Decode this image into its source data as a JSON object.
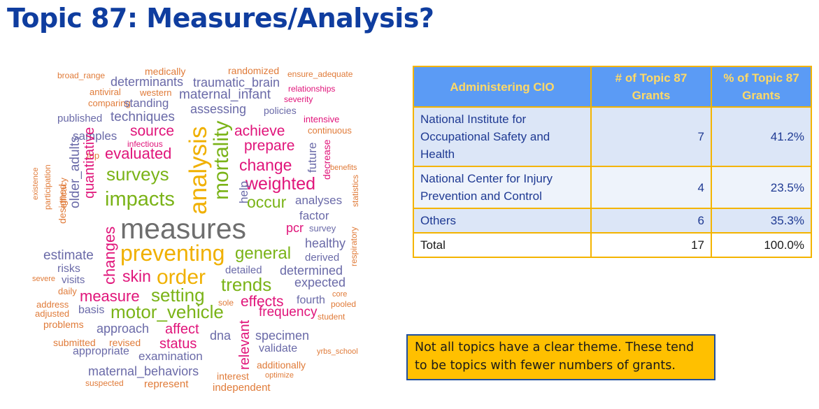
{
  "title": "Topic 87: Measures/Analysis?",
  "colors": {
    "title": "#0f3d9f",
    "table_header_bg": "#5b9bf5",
    "table_header_text": "#ffd966",
    "table_border": "#f4b400",
    "note_bg": "#ffc000",
    "note_border": "#1f4e9e"
  },
  "word_cloud": {
    "words": [
      {
        "text": "broad_range",
        "color": "#e07b39"
      },
      {
        "text": "medically",
        "color": "#e07b39"
      },
      {
        "text": "randomized",
        "color": "#e07b39"
      },
      {
        "text": "ensure_adequate",
        "color": "#e07b39"
      },
      {
        "text": "determinants",
        "color": "#6a6aa8"
      },
      {
        "text": "traumatic_brain",
        "color": "#6a6aa8"
      },
      {
        "text": "antiviral",
        "color": "#e07b39"
      },
      {
        "text": "western",
        "color": "#e07b39"
      },
      {
        "text": "maternal_infant",
        "color": "#6a6aa8"
      },
      {
        "text": "relationships",
        "color": "#e0147a"
      },
      {
        "text": "comparing",
        "color": "#e07b39"
      },
      {
        "text": "standing",
        "color": "#6a6aa8"
      },
      {
        "text": "severity",
        "color": "#e0147a"
      },
      {
        "text": "assessing",
        "color": "#6a6aa8"
      },
      {
        "text": "policies",
        "color": "#6a6aa8"
      },
      {
        "text": "published",
        "color": "#6a6aa8"
      },
      {
        "text": "techniques",
        "color": "#6a6aa8"
      },
      {
        "text": "intensive",
        "color": "#e0147a"
      },
      {
        "text": "source",
        "color": "#e0147a"
      },
      {
        "text": "achieve",
        "color": "#e0147a"
      },
      {
        "text": "continuous",
        "color": "#e07b39"
      },
      {
        "text": "samples",
        "color": "#6a6aa8"
      },
      {
        "text": "infectious",
        "color": "#e0147a"
      },
      {
        "text": "prepare",
        "color": "#e0147a"
      },
      {
        "text": "top",
        "color": "#e07b39"
      },
      {
        "text": "evaluated",
        "color": "#e0147a"
      },
      {
        "text": "change",
        "color": "#e0147a"
      },
      {
        "text": "benefits",
        "color": "#e07b39"
      },
      {
        "text": "surveys",
        "color": "#7ab317"
      },
      {
        "text": "weighted",
        "color": "#e0147a"
      },
      {
        "text": "impacts",
        "color": "#7ab317"
      },
      {
        "text": "occur",
        "color": "#7ab317"
      },
      {
        "text": "analyses",
        "color": "#6a6aa8"
      },
      {
        "text": "factor",
        "color": "#6a6aa8"
      },
      {
        "text": "measures",
        "color": "#6e6e6e"
      },
      {
        "text": "pcr",
        "color": "#e0147a"
      },
      {
        "text": "survey",
        "color": "#6a6aa8"
      },
      {
        "text": "healthy",
        "color": "#6a6aa8"
      },
      {
        "text": "estimate",
        "color": "#6a6aa8"
      },
      {
        "text": "preventing",
        "color": "#f0b000"
      },
      {
        "text": "general",
        "color": "#7ab317"
      },
      {
        "text": "derived",
        "color": "#6a6aa8"
      },
      {
        "text": "risks",
        "color": "#6a6aa8"
      },
      {
        "text": "skin",
        "color": "#e0147a"
      },
      {
        "text": "order",
        "color": "#f0b000"
      },
      {
        "text": "detailed",
        "color": "#6a6aa8"
      },
      {
        "text": "determined",
        "color": "#6a6aa8"
      },
      {
        "text": "severe",
        "color": "#e07b39"
      },
      {
        "text": "visits",
        "color": "#6a6aa8"
      },
      {
        "text": "trends",
        "color": "#7ab317"
      },
      {
        "text": "expected",
        "color": "#6a6aa8"
      },
      {
        "text": "daily",
        "color": "#e07b39"
      },
      {
        "text": "measure",
        "color": "#e0147a"
      },
      {
        "text": "setting",
        "color": "#7ab317"
      },
      {
        "text": "core",
        "color": "#e07b39"
      },
      {
        "text": "address",
        "color": "#e07b39"
      },
      {
        "text": "effects",
        "color": "#e0147a"
      },
      {
        "text": "fourth",
        "color": "#6a6aa8"
      },
      {
        "text": "pooled",
        "color": "#e07b39"
      },
      {
        "text": "adjusted",
        "color": "#e07b39"
      },
      {
        "text": "basis",
        "color": "#6a6aa8"
      },
      {
        "text": "motor_vehicle",
        "color": "#7ab317"
      },
      {
        "text": "sole",
        "color": "#e07b39"
      },
      {
        "text": "frequency",
        "color": "#e0147a"
      },
      {
        "text": "student",
        "color": "#e07b39"
      },
      {
        "text": "problems",
        "color": "#e07b39"
      },
      {
        "text": "approach",
        "color": "#6a6aa8"
      },
      {
        "text": "affect",
        "color": "#e0147a"
      },
      {
        "text": "dna",
        "color": "#6a6aa8"
      },
      {
        "text": "specimen",
        "color": "#6a6aa8"
      },
      {
        "text": "submitted",
        "color": "#e07b39"
      },
      {
        "text": "revised",
        "color": "#e07b39"
      },
      {
        "text": "status",
        "color": "#e0147a"
      },
      {
        "text": "validate",
        "color": "#6a6aa8"
      },
      {
        "text": "appropriate",
        "color": "#6a6aa8"
      },
      {
        "text": "examination",
        "color": "#6a6aa8"
      },
      {
        "text": "yrbs_school",
        "color": "#e07b39"
      },
      {
        "text": "additionally",
        "color": "#e07b39"
      },
      {
        "text": "maternal_behaviors",
        "color": "#6a6aa8"
      },
      {
        "text": "interest",
        "color": "#e07b39"
      },
      {
        "text": "optimize",
        "color": "#e07b39"
      },
      {
        "text": "suspected",
        "color": "#e07b39"
      },
      {
        "text": "represent",
        "color": "#e07b39"
      },
      {
        "text": "independent",
        "color": "#e07b39"
      },
      {
        "text": "existence",
        "color": "#e07b39"
      },
      {
        "text": "participation",
        "color": "#e07b39"
      },
      {
        "text": "designed",
        "color": "#e07b39"
      },
      {
        "text": "efficacy",
        "color": "#e07b39"
      },
      {
        "text": "older_adults",
        "color": "#6a6aa8"
      },
      {
        "text": "quantitative",
        "color": "#e0147a"
      },
      {
        "text": "changes",
        "color": "#e0147a"
      },
      {
        "text": "analysis",
        "color": "#f0b000"
      },
      {
        "text": "mortality",
        "color": "#7ab317"
      },
      {
        "text": "help",
        "color": "#6a6aa8"
      },
      {
        "text": "future",
        "color": "#6a6aa8"
      },
      {
        "text": "decrease",
        "color": "#e0147a"
      },
      {
        "text": "statistics",
        "color": "#e07b39"
      },
      {
        "text": "respiratory",
        "color": "#e07b39"
      },
      {
        "text": "relevant",
        "color": "#e0147a"
      }
    ]
  },
  "table": {
    "headers": [
      "Administering CIO",
      "# of Topic 87 Grants",
      "% of Topic 87 Grants"
    ],
    "rows": [
      {
        "cio": "National Institute for Occupational Safety and Health",
        "count": "7",
        "percent": "41.2%"
      },
      {
        "cio": "National Center for Injury Prevention and Control",
        "count": "4",
        "percent": "23.5%"
      },
      {
        "cio": "Others",
        "count": "6",
        "percent": "35.3%"
      },
      {
        "cio": "Total",
        "count": "17",
        "percent": "100.0%"
      }
    ]
  },
  "note": "Not all topics have a clear theme. These tend to be topics with fewer numbers of grants."
}
